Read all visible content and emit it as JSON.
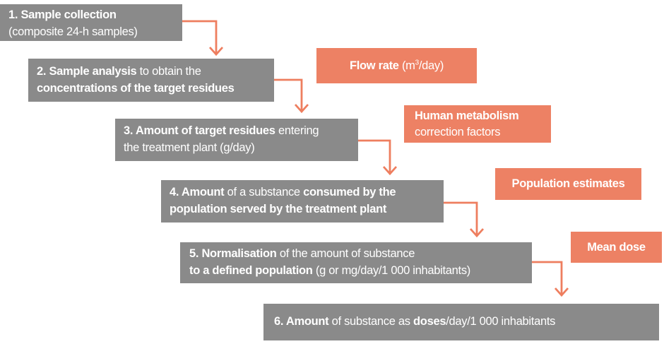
{
  "colors": {
    "step_box_gray": "#8a8a8a",
    "input_box_orange": "#ed8164",
    "arrow_orange": "#ee7e5f",
    "text": "#ffffff",
    "background": "#ffffff"
  },
  "steps": [
    {
      "name": "step-1",
      "lines": [
        [
          {
            "t": "1. Sample collection",
            "b": true
          }
        ],
        [
          {
            "t": "(composite 24-h samples)",
            "b": false
          }
        ]
      ]
    },
    {
      "name": "step-2",
      "lines": [
        [
          {
            "t": "2. Sample analysis",
            "b": true
          },
          {
            "t": " to obtain the",
            "b": false
          }
        ],
        [
          {
            "t": "concentrations of the target residues",
            "b": true
          }
        ]
      ]
    },
    {
      "name": "step-3",
      "lines": [
        [
          {
            "t": "3. Amount of target residues",
            "b": true
          },
          {
            "t": " entering",
            "b": false
          }
        ],
        [
          {
            "t": "the treatment plant (g/day)",
            "b": false
          }
        ]
      ]
    },
    {
      "name": "step-4",
      "lines": [
        [
          {
            "t": "4. Amount",
            "b": true
          },
          {
            "t": " of a substance ",
            "b": false
          },
          {
            "t": "consumed by the",
            "b": true
          }
        ],
        [
          {
            "t": "population served by the treatment plant",
            "b": true
          }
        ]
      ]
    },
    {
      "name": "step-5",
      "lines": [
        [
          {
            "t": "5. Normalisation",
            "b": true
          },
          {
            "t": " of the amount of substance",
            "b": false
          }
        ],
        [
          {
            "t": "to a defined population",
            "b": true
          },
          {
            "t": " (g or mg/day/1 000 inhabitants)",
            "b": false
          }
        ]
      ]
    },
    {
      "name": "step-6",
      "lines": [
        [
          {
            "t": "6. Amount",
            "b": true
          },
          {
            "t": " of substance as ",
            "b": false
          },
          {
            "t": "doses",
            "b": true
          },
          {
            "t": "/day/1 000 inhabitants",
            "b": false
          }
        ]
      ]
    }
  ],
  "inputs": [
    {
      "name": "flow-rate",
      "lines": [
        [
          {
            "t": "Flow rate",
            "b": true
          },
          {
            "t": " (m",
            "b": false
          },
          {
            "t": "3",
            "b": false,
            "sup": true
          },
          {
            "t": "/day)",
            "b": false
          }
        ]
      ]
    },
    {
      "name": "human-metabolism",
      "lines": [
        [
          {
            "t": "Human metabolism",
            "b": true
          }
        ],
        [
          {
            "t": "correction factors",
            "b": false
          }
        ]
      ]
    },
    {
      "name": "population-estimates",
      "lines": [
        [
          {
            "t": "Population estimates",
            "b": true
          }
        ]
      ]
    },
    {
      "name": "mean-dose",
      "lines": [
        [
          {
            "t": "Mean dose",
            "b": true
          }
        ]
      ]
    }
  ]
}
